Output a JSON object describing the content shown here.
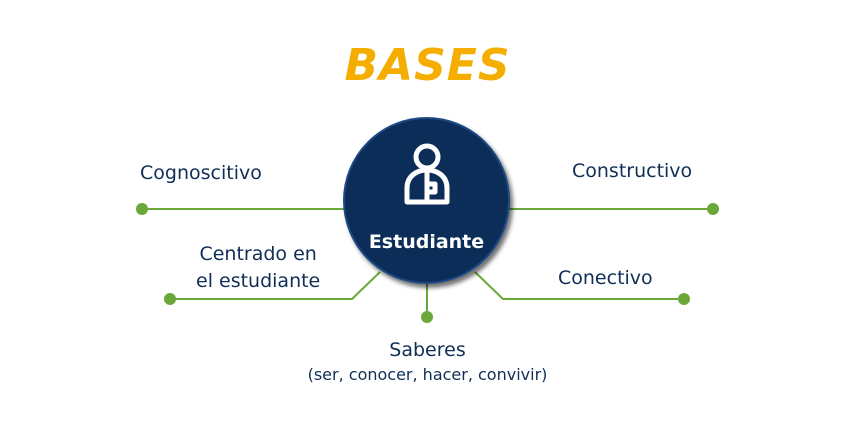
{
  "title": "BASES",
  "center": {
    "label": "Estudiante",
    "icon": "student-icon"
  },
  "nodes": {
    "cognoscitivo": "Cognoscitivo",
    "constructivo": "Constructivo",
    "centrado_line1": "Centrado en",
    "centrado_line2": "el estudiante",
    "conectivo": "Conectivo",
    "saberes": "Saberes",
    "saberes_sub": "(ser, conocer, hacer, convivir)"
  },
  "colors": {
    "title": "#f5ad00",
    "circle": "#0b2d57",
    "lines": "#6aa83a",
    "text": "#0f2f56"
  }
}
